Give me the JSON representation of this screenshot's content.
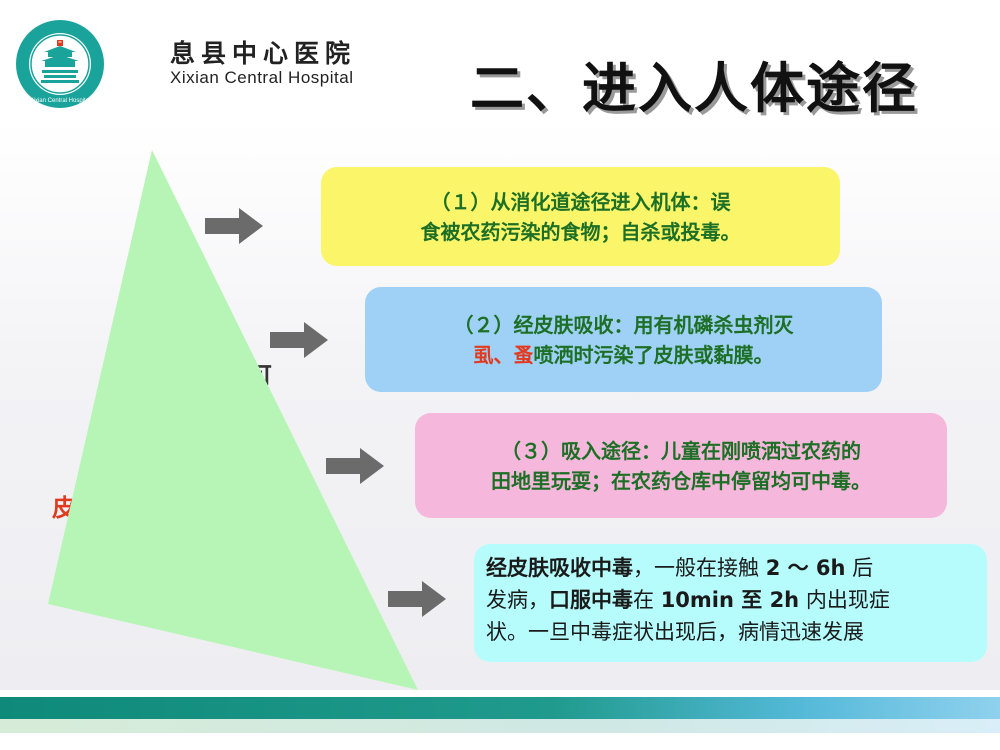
{
  "header": {
    "hospital_name_cn": "息县中心医院",
    "hospital_name_en": "Xixian Central Hospital",
    "logo_ring_text": "Xixian Central Hospital",
    "title": "二、进入人体途径"
  },
  "left_panel": {
    "peek_text_1": "可",
    "peek_text_2": "。",
    "peek_text_3": "皮"
  },
  "boxes": {
    "box1": {
      "line1": "（１）从消化道途径进入机体：误",
      "line2": "食被农药污染的食物；自杀或投毒。"
    },
    "box2": {
      "line1": "（２）经皮肤吸收：用有机磷杀虫剂灭",
      "line2_red": "虱、蚤",
      "line2_rest": "喷洒时污染了皮肤或黏膜。"
    },
    "box3": {
      "line1": "（３）吸入途径：儿童在刚喷洒过农药的",
      "line2": "田地里玩耍；在农药仓库中停留均可中毒。"
    },
    "box4": {
      "t1": "经皮肤吸收中毒",
      "t2": "，一般在接触 ",
      "t3": "2 ～ 6h",
      "t4": " 后",
      "t5": "发病，",
      "t6": "口服中毒",
      "t7": "在 ",
      "t8": "10min 至 2h",
      "t9": " 内出现症",
      "t10": "状。一旦中毒症状出现后，病情迅速发展"
    }
  },
  "colors": {
    "box1_bg": "#fbf56a",
    "box2_bg": "#9fd0f6",
    "box3_bg": "#f6b7dd",
    "box4_bg": "#b6fcfc",
    "triangle": "#b6f5b6",
    "arrow": "#6b6b6b",
    "text_green": "#1c6f24",
    "text_red": "#e23a1f"
  }
}
